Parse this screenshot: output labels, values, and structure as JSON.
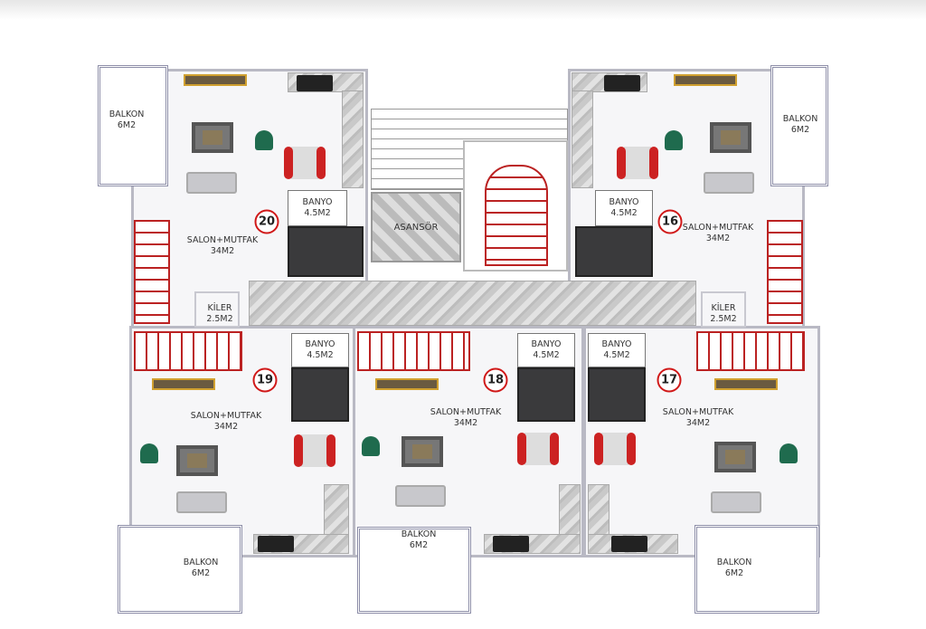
{
  "plan": {
    "elevator_label": "ASANSÖR",
    "units": [
      {
        "number": "20",
        "living": "SALON+MUTFAK",
        "living_area": "34M2",
        "bath": "BANYO",
        "bath_area": "4.5M2",
        "balcony": "BALKON",
        "balcony_area": "6M2",
        "pantry": "KİLER",
        "pantry_area": "2.5M2"
      },
      {
        "number": "16",
        "living": "SALON+MUTFAK",
        "living_area": "34M2",
        "bath": "BANYO",
        "bath_area": "4.5M2",
        "balcony": "BALKON",
        "balcony_area": "6M2",
        "pantry": "KİLER",
        "pantry_area": "2.5M2"
      },
      {
        "number": "19",
        "living": "SALON+MUTFAK",
        "living_area": "34M2",
        "bath": "BANYO",
        "bath_area": "4.5M2",
        "balcony": "BALKON",
        "balcony_area": "6M2"
      },
      {
        "number": "18",
        "living": "SALON+MUTFAK",
        "living_area": "34M2",
        "bath": "BANYO",
        "bath_area": "4.5M2",
        "balcony": "BALKON",
        "balcony_area": "6M2"
      },
      {
        "number": "17",
        "living": "SALON+MUTFAK",
        "living_area": "34M2",
        "bath": "BANYO",
        "bath_area": "4.5M2",
        "balcony": "BALKON",
        "balcony_area": "6M2"
      }
    ]
  }
}
